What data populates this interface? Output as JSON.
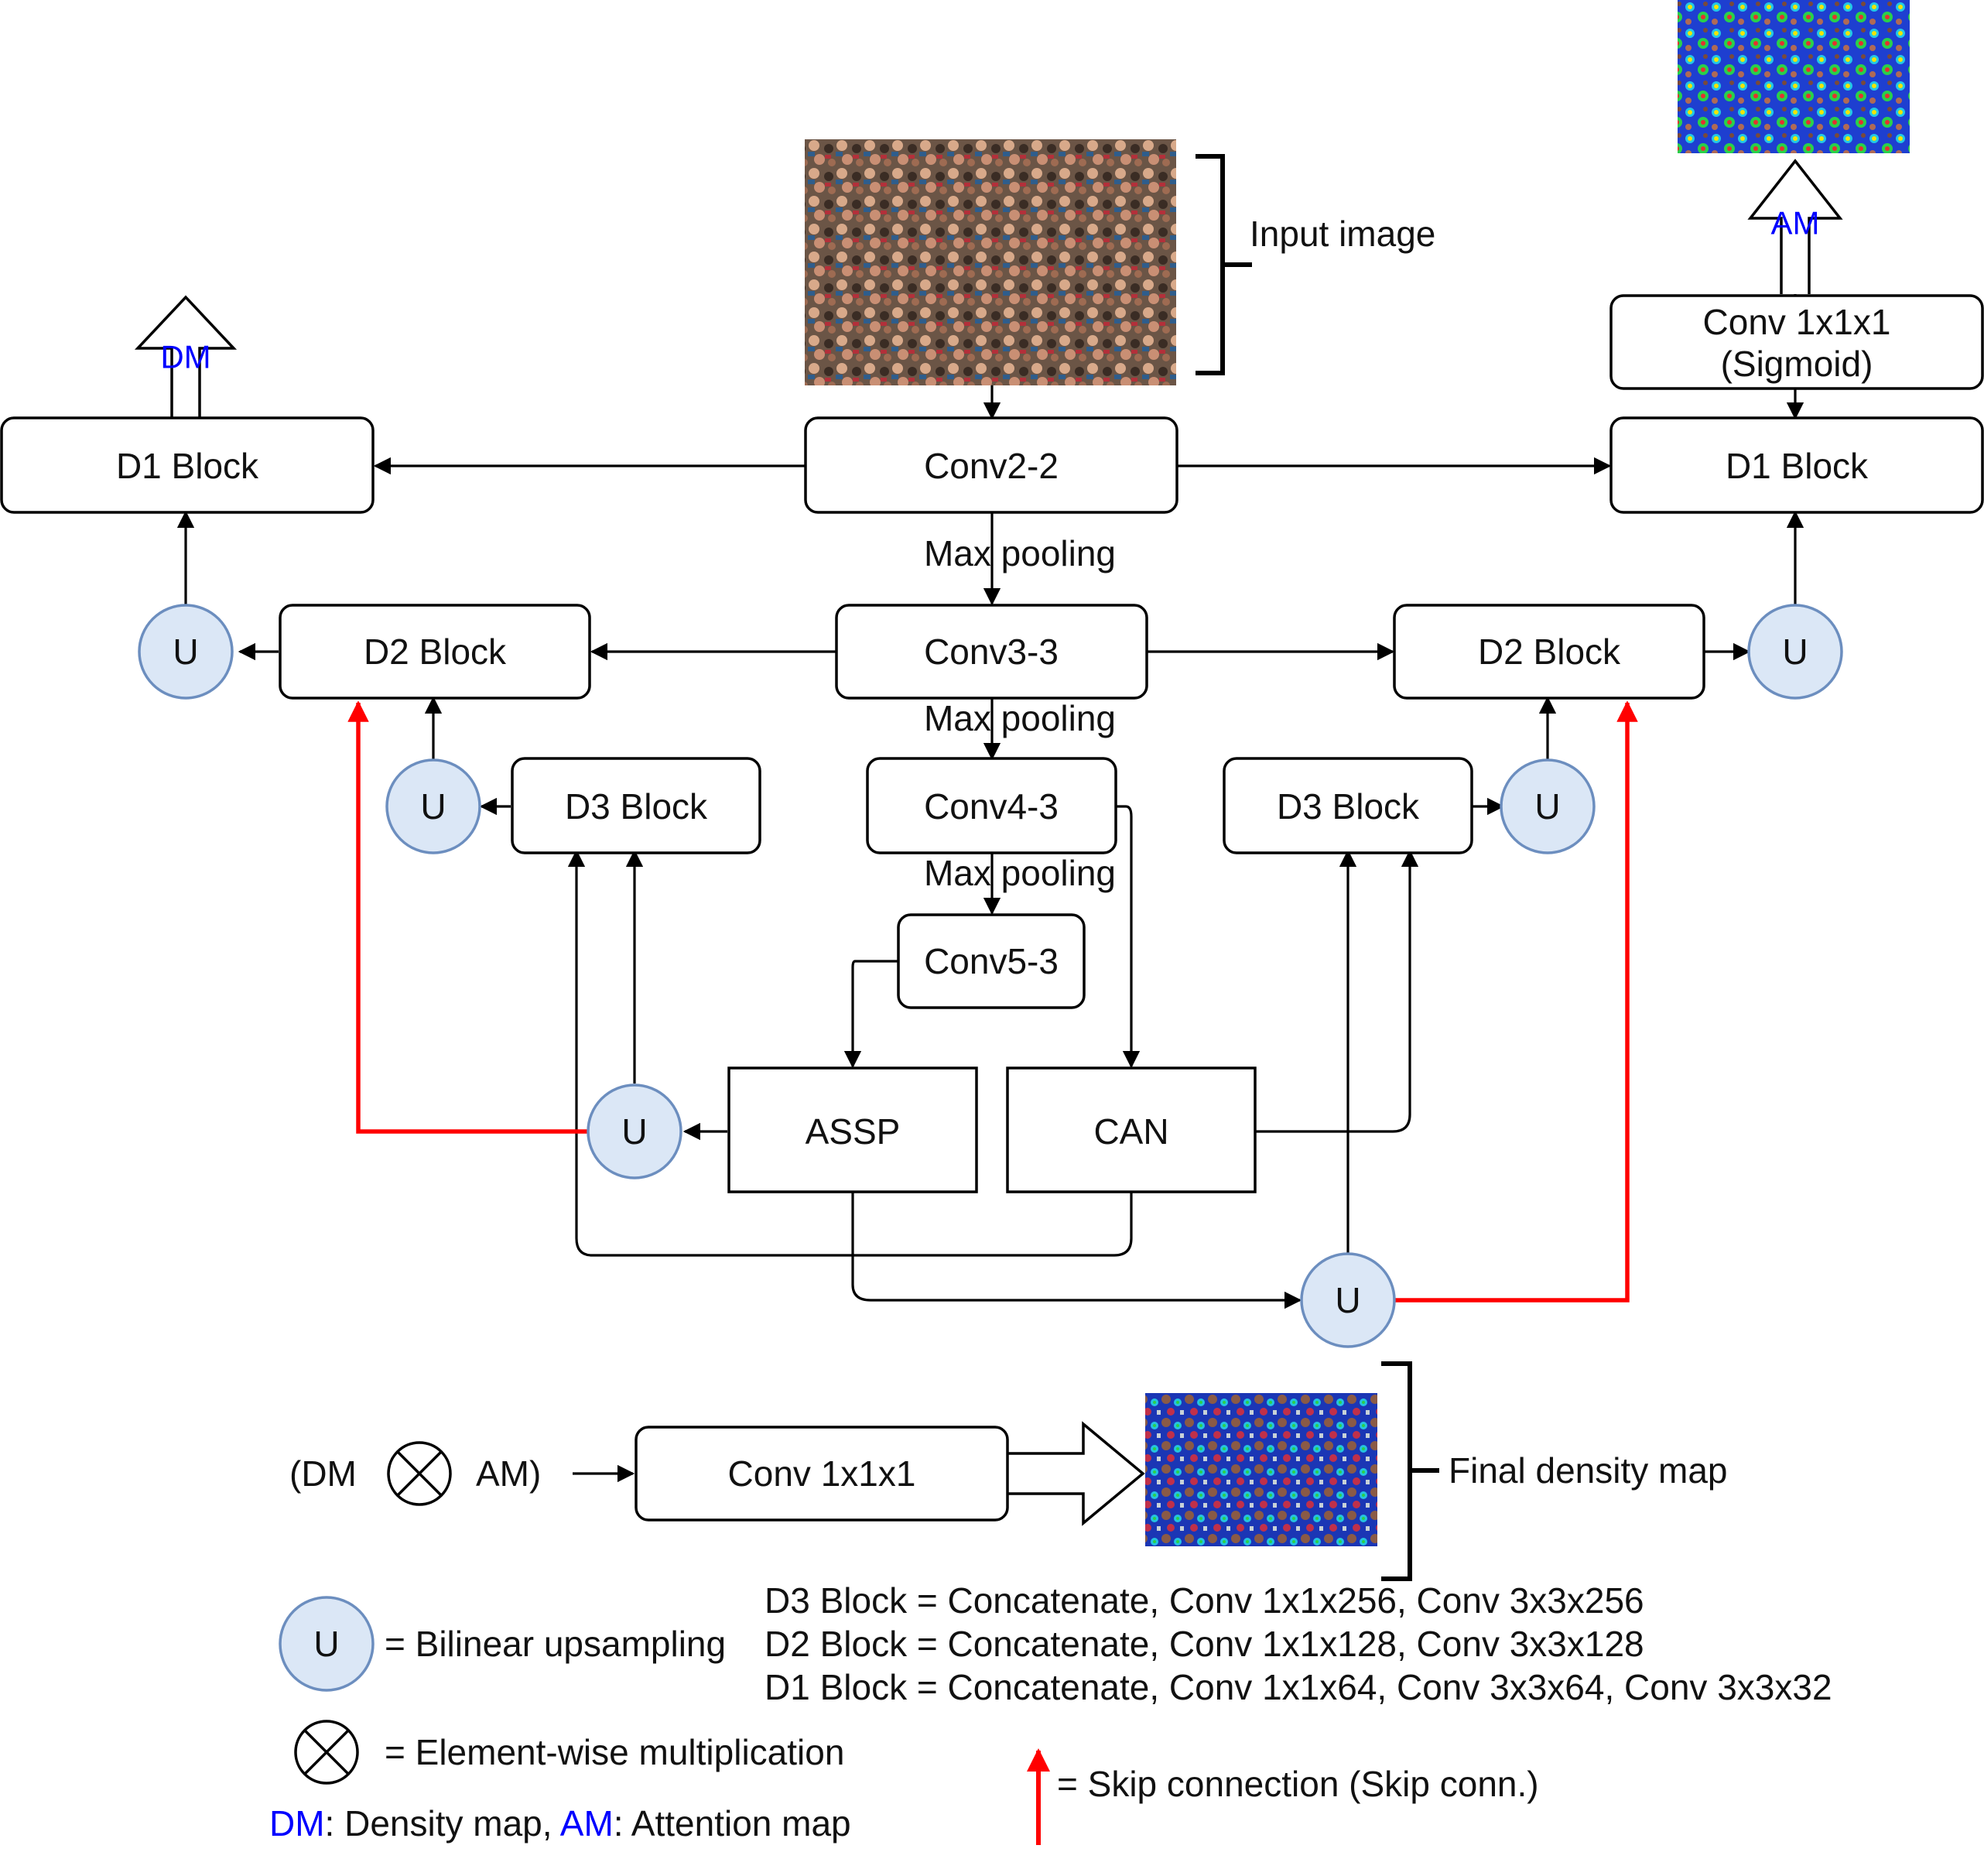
{
  "colors": {
    "upsample_fill": "#dbe7f6",
    "upsample_stroke": "#6c8ebf",
    "skip_connection": "#ff0000",
    "map_label": "#0000ff"
  },
  "input": {
    "label": "Input image"
  },
  "backbone": {
    "conv22": "Conv2-2",
    "conv33": "Conv3-3",
    "conv43": "Conv4-3",
    "conv53": "Conv5-3",
    "pool_label": "Max pooling",
    "assp": "ASSP",
    "can": "CAN"
  },
  "decoder": {
    "d1": "D1 Block",
    "d2": "D2 Block",
    "d3": "D3 Block",
    "u": "U",
    "sigmoid_line1": "Conv 1x1x1",
    "sigmoid_line2": "(Sigmoid)"
  },
  "outputs": {
    "dm": "DM",
    "am": "AM"
  },
  "fusion": {
    "open": "(DM",
    "close": "AM)",
    "conv": "Conv 1x1x1",
    "final_label": "Final density map"
  },
  "legend": {
    "u_desc": "= Bilinear upsampling",
    "mult_desc": "= Element-wise multiplication",
    "d3_def": "D3 Block = Concatenate, Conv 1x1x256, Conv 3x3x256",
    "d2_def": "D2 Block = Concatenate, Conv 1x1x128, Conv 3x3x128",
    "d1_def": "D1 Block = Concatenate, Conv 1x1x64, Conv 3x3x64, Conv 3x3x32",
    "skip_desc": "= Skip connection (Skip conn.)",
    "dm_abbr": "DM",
    "dm_desc": ": Density map, ",
    "am_abbr": "AM",
    "am_desc": ": Attention map"
  }
}
